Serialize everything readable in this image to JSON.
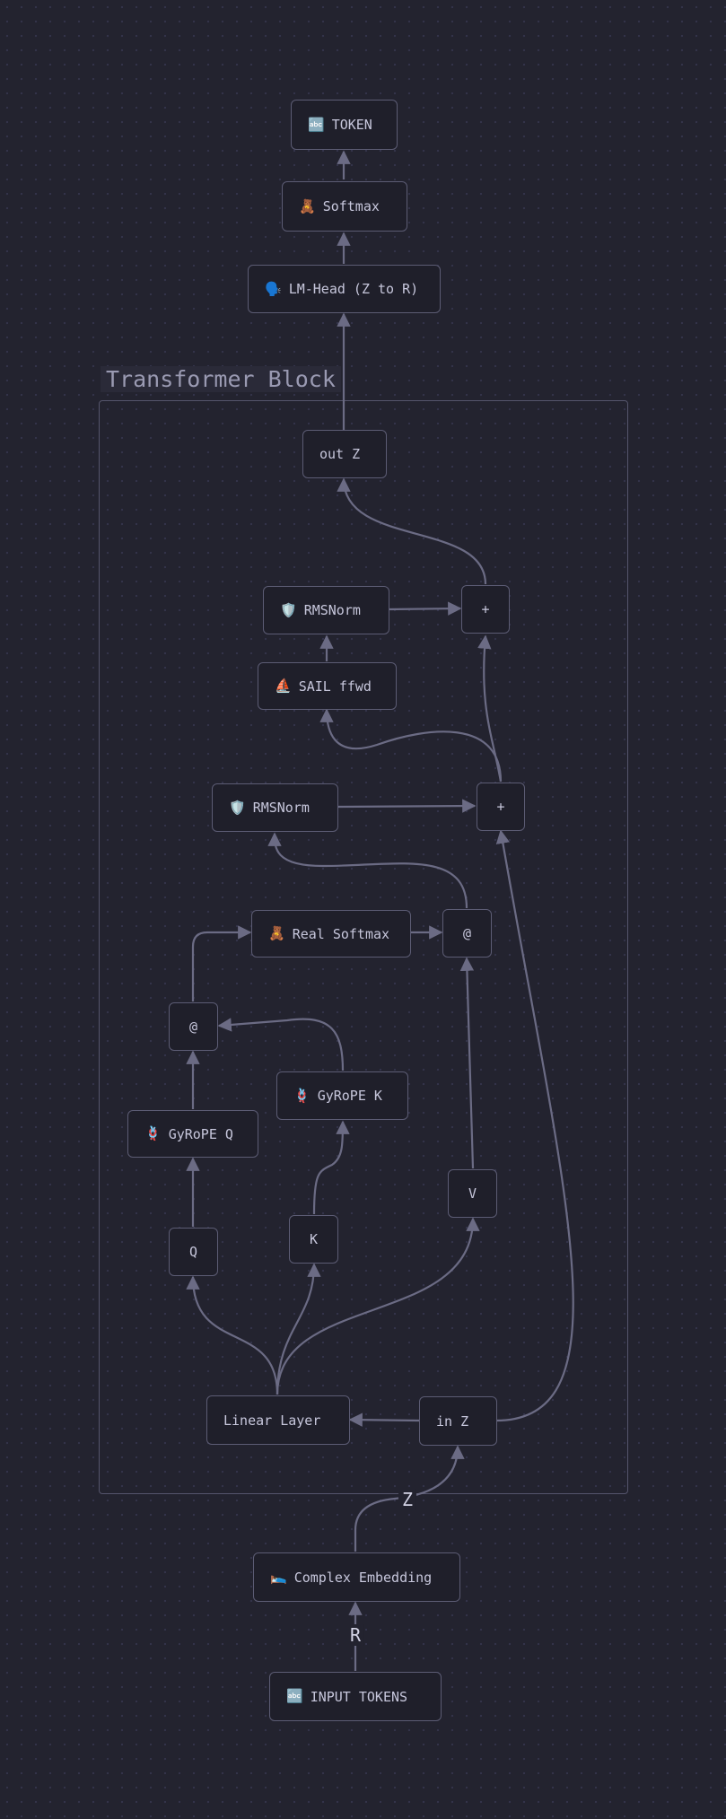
{
  "subgraph": {
    "title": "Transformer Block"
  },
  "nodes": {
    "token": {
      "icon": "🔤",
      "label": "TOKEN"
    },
    "softmax": {
      "icon": "🧸",
      "label": "Softmax"
    },
    "lm_head": {
      "icon": "🗣️",
      "label": "LM-Head (Z to R)"
    },
    "out_z": {
      "label": "out Z"
    },
    "plus_top": {
      "label": "+"
    },
    "rmsnorm_top": {
      "icon": "🛡️",
      "label": "RMSNorm"
    },
    "sail_ffwd": {
      "icon": "⛵",
      "label": "SAIL ffwd"
    },
    "rmsnorm_mid": {
      "icon": "🛡️",
      "label": "RMSNorm"
    },
    "plus_mid": {
      "label": "+"
    },
    "real_softmax": {
      "icon": "🧸",
      "label": "Real Softmax"
    },
    "matmul_right": {
      "label": "@"
    },
    "matmul_left": {
      "label": "@"
    },
    "gyrope_k": {
      "icon": "🪢",
      "label": "GyRoPE K"
    },
    "gyrope_q": {
      "icon": "🪢",
      "label": "GyRoPE Q"
    },
    "v": {
      "label": "V"
    },
    "q": {
      "label": "Q"
    },
    "k": {
      "label": "K"
    },
    "linear_layer": {
      "label": "Linear Layer"
    },
    "in_z": {
      "label": "in Z"
    },
    "complex_embedding": {
      "icon": "🛌",
      "label": "Complex Embedding"
    },
    "input_tokens": {
      "icon": "🔤",
      "label": "INPUT TOKENS"
    }
  },
  "edge_labels": {
    "z": "Z",
    "r": "R"
  },
  "colors": {
    "background": "#23232f",
    "node_fill": "#1f1f2a",
    "node_border": "#5c5c74",
    "edge": "#6b6b84",
    "text": "#c7c7dc"
  }
}
